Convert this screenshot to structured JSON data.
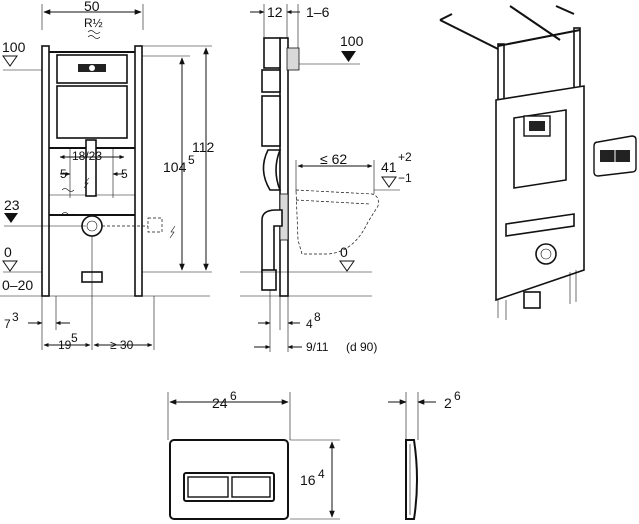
{
  "front_view": {
    "width_top": "50",
    "thread": "R½",
    "level_100": "100",
    "level_23": "23",
    "level_0": "0",
    "range_floor": "0–20",
    "dim_18_23": "18/23",
    "dim_5_left": "5",
    "dim_5_right": "5",
    "height_112": "112",
    "height_104": "104",
    "height_104_sup": "5",
    "dim_7": "7",
    "dim_7_sup": "3",
    "dim_19": "19",
    "dim_19_sup": "5",
    "dim_ge30": "≥ 30"
  },
  "side_view": {
    "dim_12": "12",
    "dim_1_6": "1–6",
    "level_100": "100",
    "dim_le62": "≤ 62",
    "dim_41": "41",
    "dim_41_sup_top": "+2",
    "dim_41_sup_bot": "−1",
    "level_0": "0",
    "dim_4": "4",
    "dim_4_sup": "8",
    "dim_9_11": "9/11",
    "dim_d90": "(d 90)"
  },
  "plate_view": {
    "width": "24",
    "width_sup": "6",
    "height": "16",
    "height_sup": "4",
    "depth": "2",
    "depth_sup": "6"
  }
}
